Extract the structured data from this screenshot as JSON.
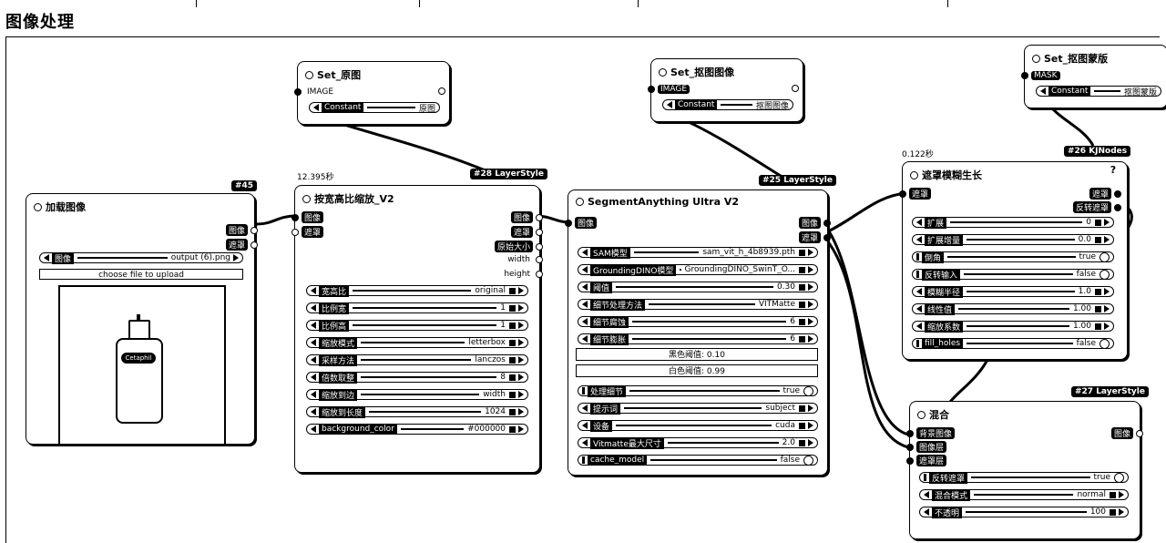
{
  "group": {
    "title": "图像处理"
  },
  "nodes": {
    "load_image": {
      "id": "#45",
      "title": "加载图像",
      "outputs": [
        "图像",
        "遮罩"
      ],
      "image_widget": {
        "label": "图像",
        "value": "output (6).png"
      },
      "upload_label": "choose file to upload",
      "product_brand": "Cetaphil"
    },
    "set_original": {
      "title": "Set_原图",
      "input": "IMAGE",
      "widget": {
        "label": "Constant",
        "value": "原图"
      }
    },
    "set_cutout": {
      "title": "Set_抠图图像",
      "input": "IMAGE",
      "widget": {
        "label": "Constant",
        "value": "抠图图像"
      }
    },
    "set_mask": {
      "title": "Set_抠图蒙版",
      "input": "MASK",
      "widget": {
        "label": "Constant",
        "value": "抠图蒙版"
      }
    },
    "resize": {
      "id": "#28 LayerStyle",
      "timing": "12.395秒",
      "title": "按宽高比缩放_V2",
      "inputs": [
        "图像",
        "遮罩"
      ],
      "outputs": [
        "图像",
        "遮罩",
        "原始大小",
        "width",
        "height"
      ],
      "widgets": [
        {
          "label": "宽高比",
          "value": "original"
        },
        {
          "label": "比例宽",
          "value": "1"
        },
        {
          "label": "比例高",
          "value": "1"
        },
        {
          "label": "缩放模式",
          "value": "letterbox"
        },
        {
          "label": "采样方法",
          "value": "lanczos"
        },
        {
          "label": "倍数取整",
          "value": "8"
        },
        {
          "label": "缩放到边",
          "value": "width"
        },
        {
          "label": "缩放到长度",
          "value": "1024"
        },
        {
          "label": "background_color",
          "value": "#000000"
        }
      ]
    },
    "segment": {
      "id": "#25 LayerStyle",
      "title": "SegmentAnything Ultra V2",
      "inputs": [
        "图像"
      ],
      "outputs": [
        "图像",
        "遮罩"
      ],
      "widgets": [
        {
          "label": "SAM模型",
          "value": "sam_vit_h_4b8939.pth"
        },
        {
          "label": "GroundingDINO模型",
          "value": "GroundingDINO_SwinT_O..."
        },
        {
          "label": "阈值",
          "value": "0.30"
        },
        {
          "label": "细节处理方法",
          "value": "VITMatte"
        },
        {
          "label": "细节腐蚀",
          "value": "6"
        },
        {
          "label": "细节膨胀",
          "value": "6"
        }
      ],
      "black_point": "黑色阈值: 0.10",
      "white_point": "白色阈值: 0.99",
      "widgets2": [
        {
          "label": "处理细节",
          "value": "true"
        },
        {
          "label": "提示词",
          "value": "subject"
        },
        {
          "label": "设备",
          "value": "cuda"
        },
        {
          "label": "Vitmatte最大尺寸",
          "value": "2.0"
        },
        {
          "label": "cache_model",
          "value": "false"
        }
      ]
    },
    "grow_mask": {
      "timing": "0.122秒",
      "title": "遮罩模糊生长",
      "inputs": [
        "遮罩"
      ],
      "widgets": [
        {
          "label": "扩展",
          "value": "0"
        },
        {
          "label": "扩展增量",
          "value": "0.0"
        },
        {
          "label": "倒角",
          "value": "true"
        },
        {
          "label": "反转输入",
          "value": "false"
        },
        {
          "label": "模糊半径",
          "value": "1.0"
        },
        {
          "label": "线性值",
          "value": "1.00"
        },
        {
          "label": "缩放系数",
          "value": "1.00"
        },
        {
          "label": "fill_holes",
          "value": "false"
        }
      ]
    },
    "kjnodes": {
      "id": "#26 KJNodes",
      "outputs": [
        "遮罩",
        "反转遮罩"
      ]
    },
    "blend": {
      "id": "#27 LayerStyle",
      "title": "混合",
      "inputs": [
        "背景图像",
        "图像层",
        "遮罩层"
      ],
      "outputs": [
        "图像"
      ],
      "widgets": [
        {
          "label": "反转遮罩",
          "value": "true"
        },
        {
          "label": "混合模式",
          "value": "normal"
        },
        {
          "label": "不透明",
          "value": "100"
        }
      ]
    }
  },
  "icons": [
    "help-icon",
    "node-circle-icon",
    "product-bottle-icon"
  ]
}
